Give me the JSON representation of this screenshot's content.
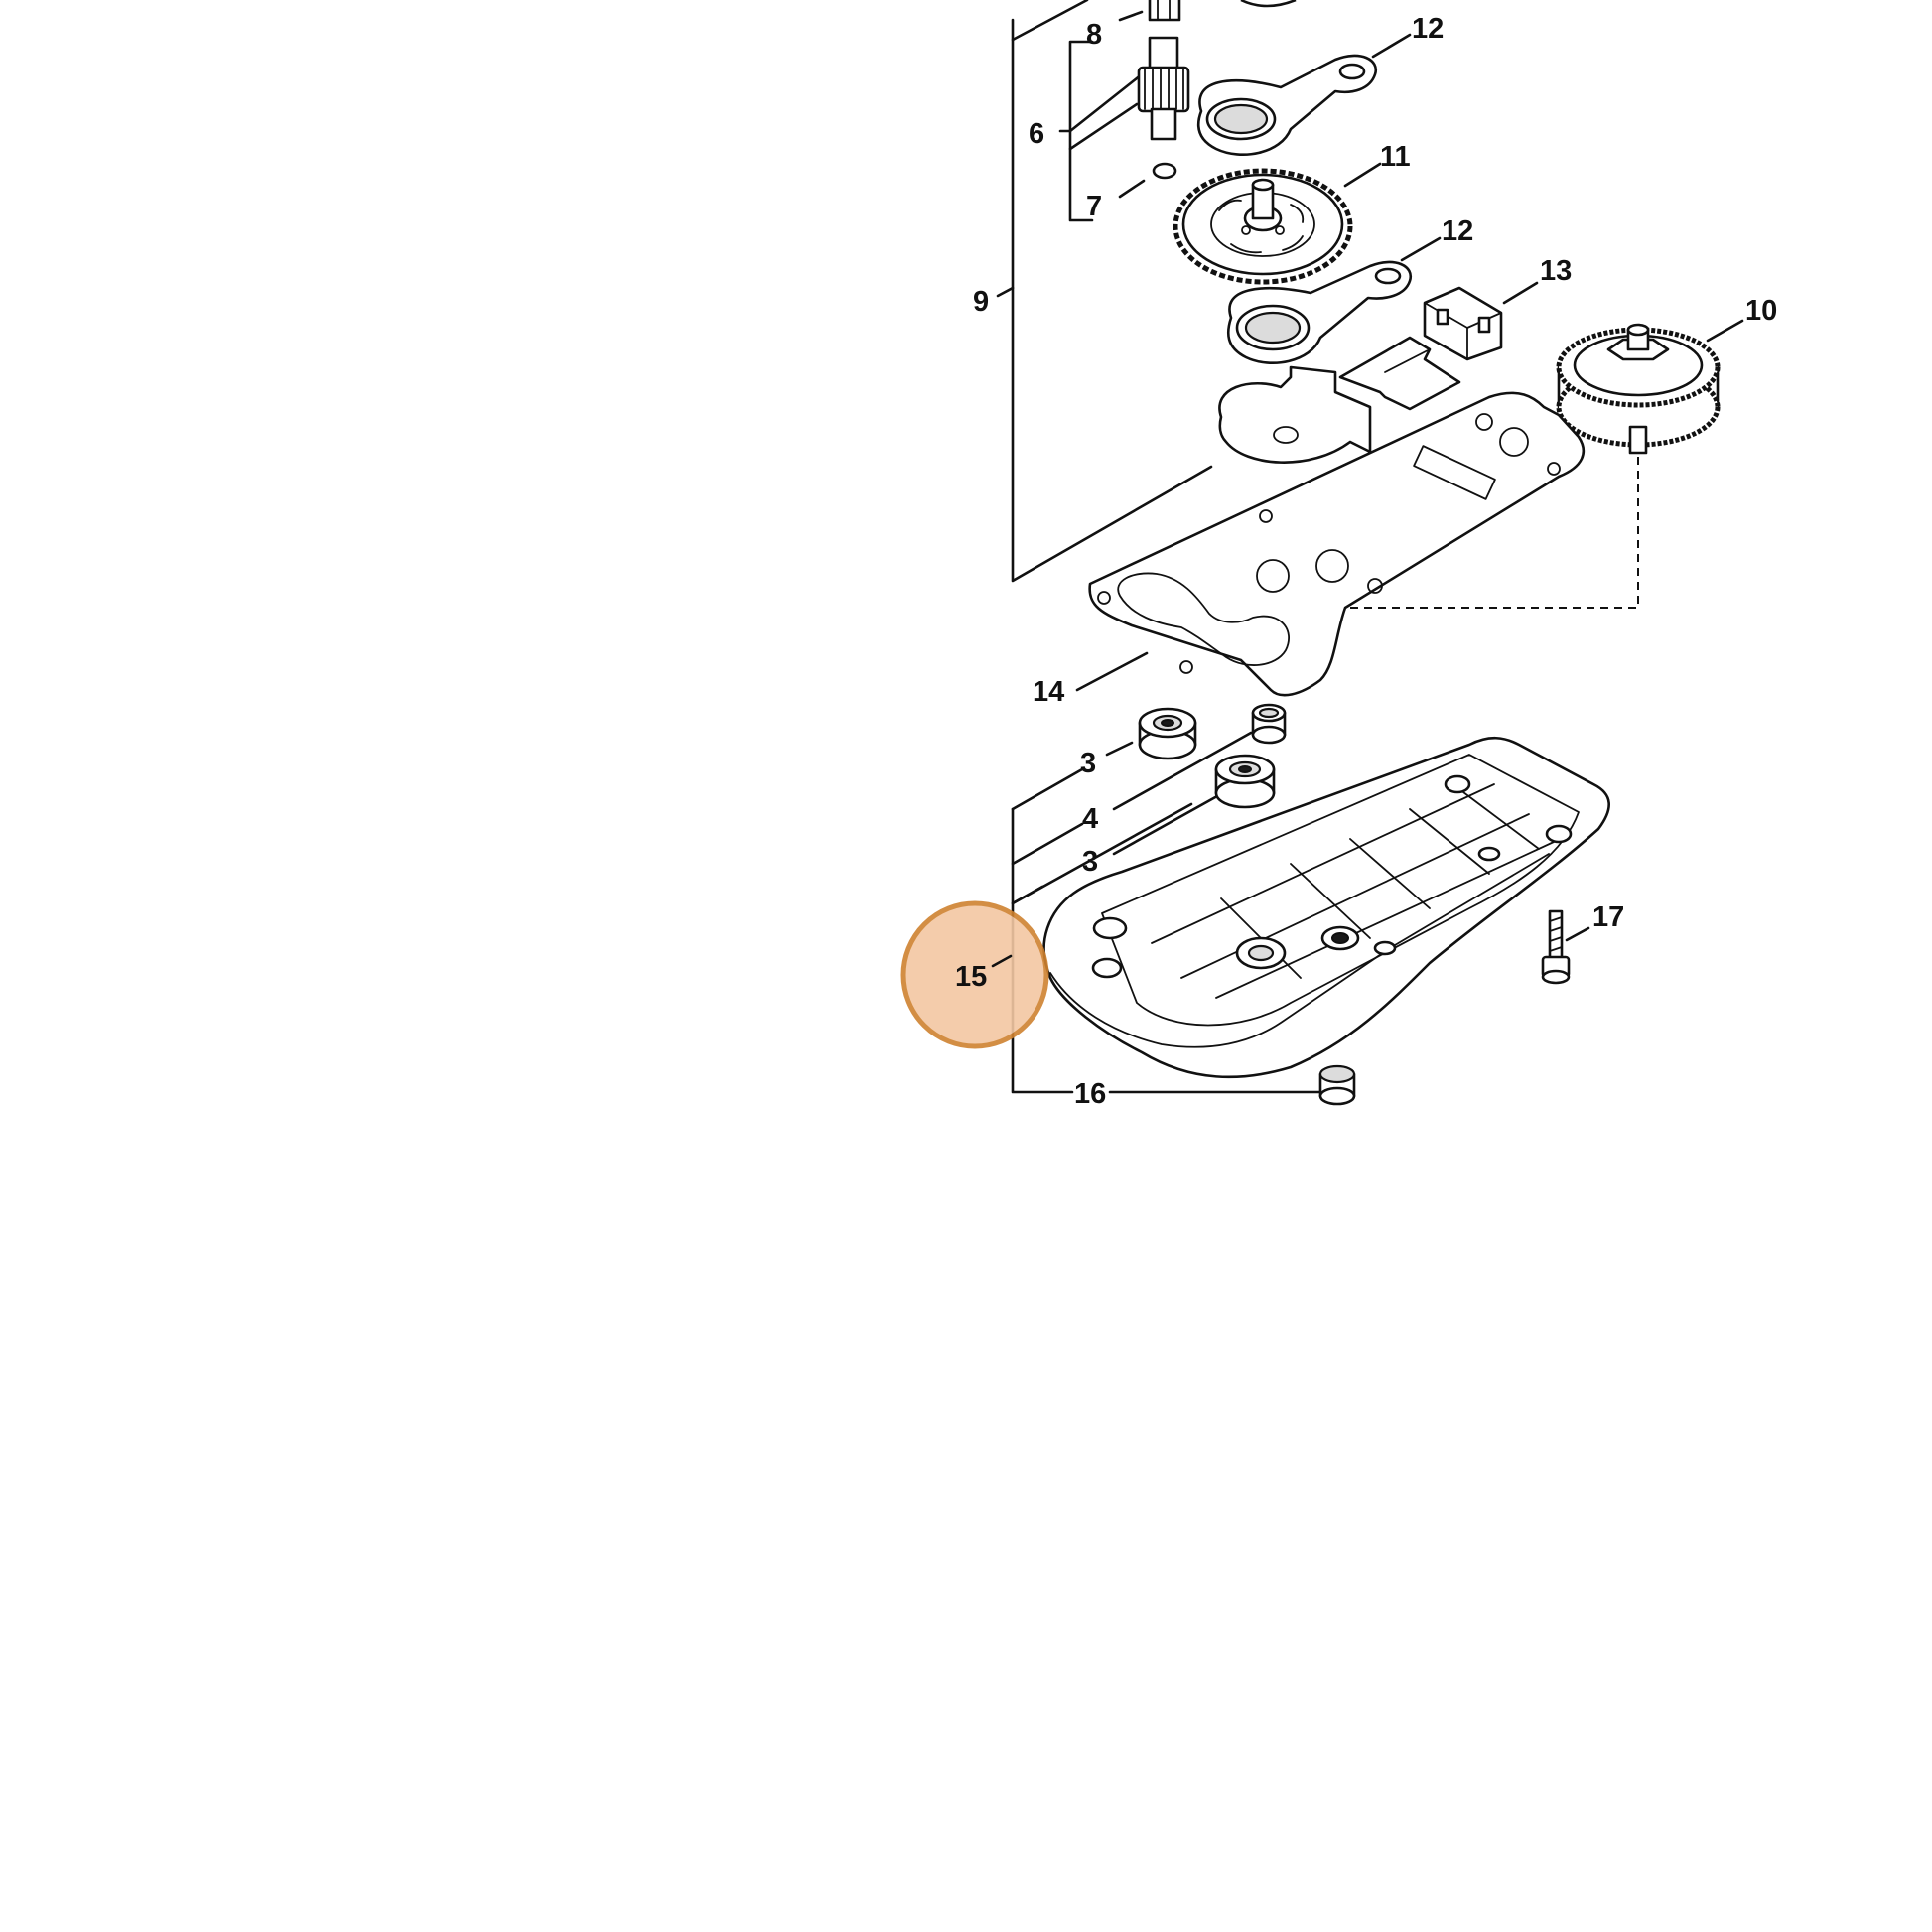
{
  "diagram": {
    "highlight_color": "#cf8230",
    "highlight_fill": "#f3c7a3",
    "highlighted_label": "15",
    "callouts": {
      "c8": "8",
      "c12a": "12",
      "c6": "6",
      "c11": "11",
      "c7": "7",
      "c12b": "12",
      "c13": "13",
      "c10": "10",
      "c9": "9",
      "c14": "14",
      "c3a": "3",
      "c4": "4",
      "c3b": "3",
      "c17": "17",
      "c15": "15",
      "c16": "16"
    }
  }
}
